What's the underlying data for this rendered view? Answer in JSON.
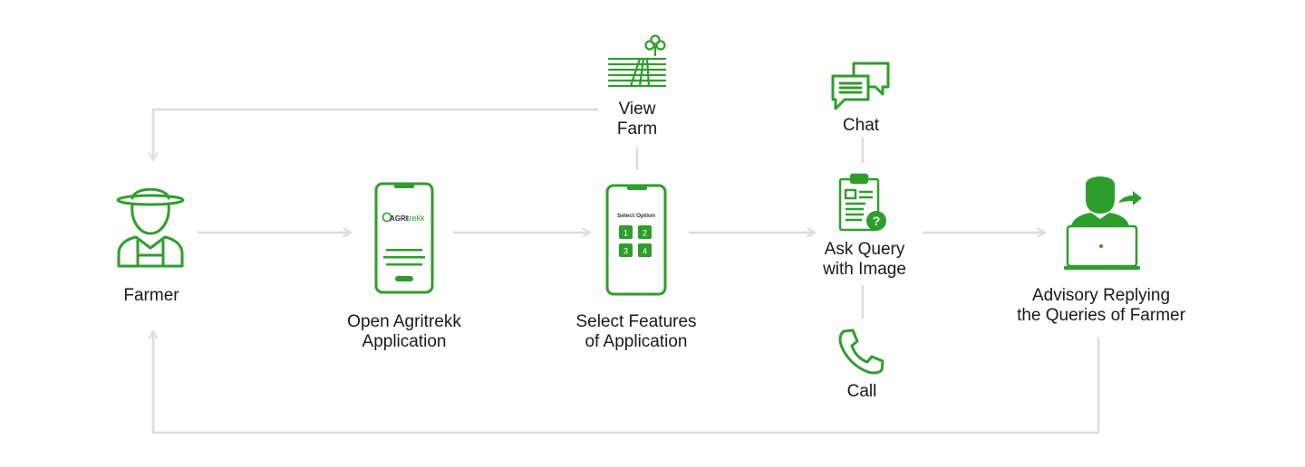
{
  "colors": {
    "accent": "#2e9e2b",
    "connector": "#dcdcdc",
    "text": "#1a1a1a"
  },
  "nodes": {
    "farmer": {
      "label": "Farmer",
      "icon": "farmer-icon"
    },
    "open_app": {
      "label_line1": "Open Agritrekk",
      "label_line2": "Application",
      "icon": "phone-app-icon",
      "phone_logo_mark": "AGRI",
      "phone_logo_text": "trekk"
    },
    "select_features": {
      "label_line1": "Select Features",
      "label_line2": "of Application",
      "icon": "phone-select-icon",
      "phone_title": "Select Option",
      "options": [
        "1",
        "2",
        "3",
        "4"
      ]
    },
    "view_farm": {
      "label_line1": "View",
      "label_line2": "Farm",
      "icon": "farm-field-icon"
    },
    "chat": {
      "label": "Chat",
      "icon": "chat-bubbles-icon"
    },
    "ask_query": {
      "label_line1": "Ask Query",
      "label_line2": "with Image",
      "icon": "clipboard-query-icon"
    },
    "call": {
      "label": "Call",
      "icon": "phone-call-icon"
    },
    "advisory": {
      "label_line1": "Advisory Replying",
      "label_line2": "the Queries of Farmer",
      "icon": "advisor-laptop-icon"
    }
  }
}
